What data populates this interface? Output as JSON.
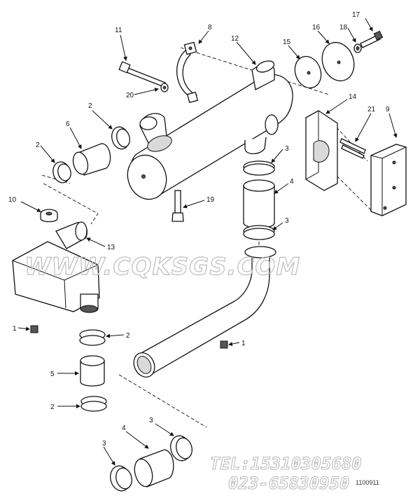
{
  "callouts": [
    {
      "id": "11",
      "text": "11"
    },
    {
      "id": "8",
      "text": "8"
    },
    {
      "id": "12",
      "text": "12"
    },
    {
      "id": "16",
      "text": "16"
    },
    {
      "id": "17",
      "text": "17"
    },
    {
      "id": "18",
      "text": "18"
    },
    {
      "id": "15",
      "text": "15"
    },
    {
      "id": "20",
      "text": "20"
    },
    {
      "id": "2a",
      "text": "2"
    },
    {
      "id": "6",
      "text": "6"
    },
    {
      "id": "2b",
      "text": "2"
    },
    {
      "id": "14",
      "text": "14"
    },
    {
      "id": "21",
      "text": "21"
    },
    {
      "id": "9",
      "text": "9"
    },
    {
      "id": "3a",
      "text": "3"
    },
    {
      "id": "4a",
      "text": "4"
    },
    {
      "id": "3b",
      "text": "3"
    },
    {
      "id": "10",
      "text": "10"
    },
    {
      "id": "19",
      "text": "19"
    },
    {
      "id": "13",
      "text": "13"
    },
    {
      "id": "1a",
      "text": "1"
    },
    {
      "id": "2c",
      "text": "2"
    },
    {
      "id": "1b",
      "text": "1"
    },
    {
      "id": "5",
      "text": "5"
    },
    {
      "id": "2d",
      "text": "2"
    },
    {
      "id": "3c",
      "text": "3"
    },
    {
      "id": "4b",
      "text": "4"
    },
    {
      "id": "3d",
      "text": "3"
    }
  ],
  "watermark": "WWW.CQKSGS.COM",
  "contact": {
    "tel": "TEL:15310305680",
    "phone": "023-65830950"
  },
  "drawing_code": "1100911"
}
